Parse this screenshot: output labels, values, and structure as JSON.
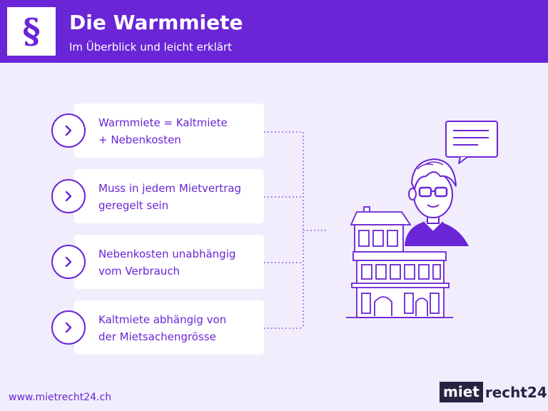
{
  "header": {
    "logo_symbol": "§",
    "title": "Die Warmmiete",
    "subtitle": "Im Überblick und leicht erklärt"
  },
  "items": [
    {
      "line1": "Warmmiete = Kaltmiete",
      "line2": "+ Nebenkosten"
    },
    {
      "line1": "Muss in jedem Mietvertrag",
      "line2": "geregelt sein"
    },
    {
      "line1": "Nebenkosten unabhängig",
      "line2": "vom Verbrauch"
    },
    {
      "line1": "Kaltmiete abhängig von",
      "line2": "der Mietsachengrösse"
    }
  ],
  "footer": {
    "url": "www.mietrecht24.ch",
    "brand_part1": "miet",
    "brand_part2": "recht24"
  },
  "colors": {
    "primary": "#6a25d6",
    "background": "#f1edfc",
    "brand_dark": "#2a2243"
  },
  "icons": [
    "paragraph-icon",
    "chevron-right-icon",
    "speech-bubble-icon",
    "person-with-glasses-illustration",
    "building-illustration"
  ]
}
